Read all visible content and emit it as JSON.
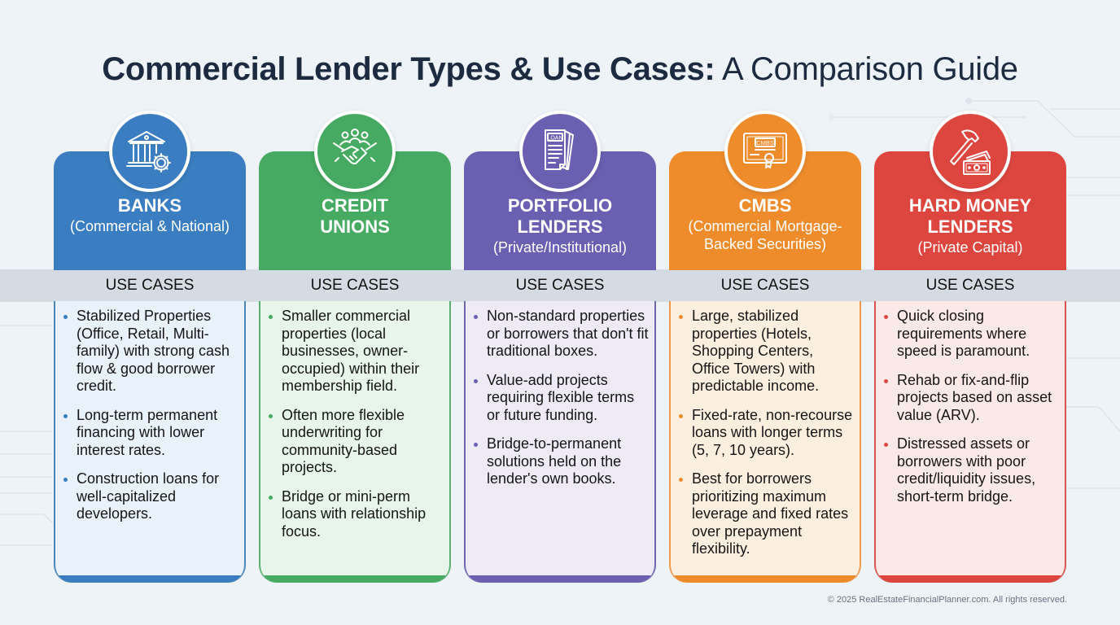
{
  "title": {
    "bold": "Commercial Lender Types & Use Cases:",
    "light": " A Comparison Guide"
  },
  "section_label": "USE CASES",
  "lenders": [
    {
      "name": "BANKS",
      "subtitle": "(Commercial & National)",
      "icon": "bank-gear-icon",
      "color": "#3a7dc0",
      "body_bg": "#e9f1fa",
      "use_cases": [
        "Stabilized Properties (Office, Retail, Multi-family) with strong cash flow & good borrower credit.",
        "Long-term permanent financing with lower interest rates.",
        "Construction loans for well-capitalized developers."
      ]
    },
    {
      "name": "CREDIT UNIONS",
      "subtitle": "",
      "icon": "handshake-community-icon",
      "color": "#46aa62",
      "body_bg": "#e7f5ea",
      "use_cases": [
        "Smaller commercial properties (local businesses, owner-occupied) within their membership field.",
        "Often more flexible underwriting for community-based projects.",
        "Bridge or mini-perm loans with relationship focus."
      ]
    },
    {
      "name": "PORTFOLIO LENDERS",
      "subtitle": "(Private/Institutional)",
      "icon": "loan-document-icon",
      "color": "#6a5fb0",
      "body_bg": "#eeebf6",
      "use_cases": [
        "Non-standard properties or borrowers that don't fit traditional boxes.",
        "Value-add projects requiring flexible terms or future funding.",
        "Bridge-to-permanent solutions held on the lender's own books."
      ]
    },
    {
      "name": "CMBS",
      "subtitle": "(Commercial Mortgage-Backed Securities)",
      "icon": "cmbs-certificate-icon",
      "color": "#ee8c2c",
      "body_bg": "#fcefe0",
      "use_cases": [
        "Large, stabilized properties (Hotels, Shopping Centers, Office Towers) with predictable income.",
        "Fixed-rate, non-recourse loans with longer terms (5, 7, 10 years).",
        "Best for borrowers prioritizing maximum leverage and fixed rates over prepayment flexibility."
      ]
    },
    {
      "name": "HARD MONEY LENDERS",
      "subtitle": "(Private Capital)",
      "icon": "hammer-cash-icon",
      "color": "#dd463f",
      "body_bg": "#fbe9e8",
      "use_cases": [
        "Quick closing requirements where speed is paramount.",
        "Rehab or fix-and-flip projects based on asset value (ARV).",
        "Distressed assets or borrowers with poor credit/liquidity issues, short-term bridge."
      ]
    }
  ],
  "footer": "© 2025 RealEstateFinancialPlanner.com. All rights reserved."
}
